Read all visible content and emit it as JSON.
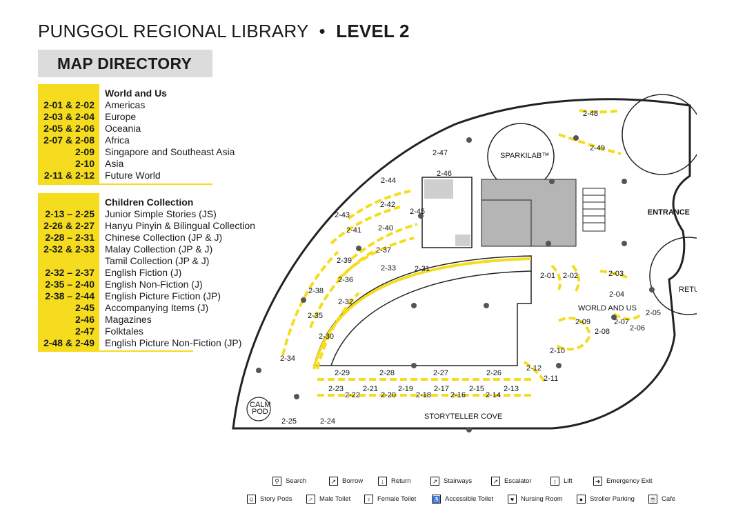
{
  "title": {
    "main": "PUNGGOL REGIONAL LIBRARY",
    "sep": "•",
    "level": "LEVEL 2"
  },
  "directory_title": "MAP DIRECTORY",
  "world": {
    "heading": "World and Us",
    "rows": [
      {
        "code": "2-01 & 2-02",
        "name": "Americas"
      },
      {
        "code": "2-03 & 2-04",
        "name": "Europe"
      },
      {
        "code": "2-05 & 2-06",
        "name": "Oceania"
      },
      {
        "code": "2-07 & 2-08",
        "name": "Africa"
      },
      {
        "code": "2-09",
        "name": "Singapore and Southeast Asia"
      },
      {
        "code": "2-10",
        "name": "Asia"
      },
      {
        "code": "2-11 & 2-12",
        "name": "Future World"
      }
    ]
  },
  "children": {
    "heading": "Children Collection",
    "rows": [
      {
        "code": "2-13 – 2-25",
        "name": "Junior Simple Stories (JS)"
      },
      {
        "code": "2-26 & 2-27",
        "name": "Hanyu Pinyin & Bilingual Collection"
      },
      {
        "code": "2-28 – 2-31",
        "name": "Chinese Collection (JP & J)"
      },
      {
        "code": "2-32 & 2-33",
        "name": "Malay Collection (JP & J)"
      },
      {
        "code": "",
        "name": "Tamil Collection (JP & J)"
      },
      {
        "code": "2-32 – 2-37",
        "name": "English Fiction (J)"
      },
      {
        "code": "2-35 – 2-40",
        "name": "English Non-Fiction (J)"
      },
      {
        "code": "2-38 – 2-44",
        "name": "English Picture Fiction (JP)"
      },
      {
        "code": "2-45",
        "name": "Accompanying Items (J)"
      },
      {
        "code": "2-46",
        "name": "Magazines"
      },
      {
        "code": "2-47",
        "name": "Folktales"
      },
      {
        "code": "2-48 & 2-49",
        "name": "English Picture Non-Fiction (JP)"
      }
    ]
  },
  "map": {
    "labels": {
      "sparkilab": "SPARKILAB™",
      "entrance": "ENTRANCE",
      "return": "RETURN",
      "world_and_us": "WORLD AND US",
      "storyteller": "STORYTELLER COVE",
      "calm1": "CALM",
      "calm2": "POD"
    },
    "shelves": [
      "2-01",
      "2-02",
      "2-03",
      "2-04",
      "2-05",
      "2-06",
      "2-07",
      "2-08",
      "2-09",
      "2-10",
      "2-11",
      "2-12",
      "2-13",
      "2-14",
      "2-15",
      "2-16",
      "2-17",
      "2-18",
      "2-19",
      "2-20",
      "2-21",
      "2-22",
      "2-23",
      "2-24",
      "2-25",
      "2-26",
      "2-27",
      "2-28",
      "2-29",
      "2-30",
      "2-31",
      "2-32",
      "2-33",
      "2-34",
      "2-35",
      "2-36",
      "2-37",
      "2-38",
      "2-39",
      "2-40",
      "2-41",
      "2-42",
      "2-43",
      "2-44",
      "2-45",
      "2-46",
      "2-47",
      "2-48",
      "2-49"
    ],
    "accent_color": "#f5dc1e"
  },
  "legend": {
    "search": "Search",
    "borrow": "Borrow",
    "return": "Return",
    "stairways": "Stairways",
    "escalator": "Escalator",
    "lift": "Lift",
    "emergency": "Emergency Exit",
    "story_pods": "Story Pods",
    "male": "Male Toilet",
    "female": "Female Toilet",
    "accessible": "Accessible Toilet",
    "nursing": "Nursing Room",
    "stroller": "Stroller Parking",
    "cafe": "Cafe"
  }
}
